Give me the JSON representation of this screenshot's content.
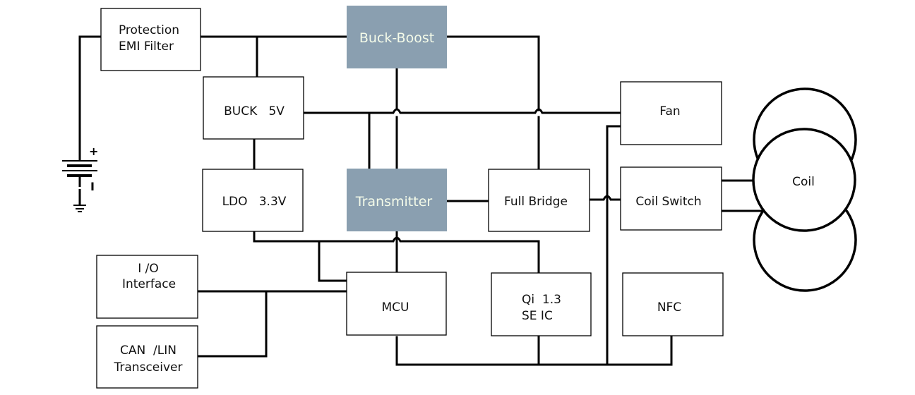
{
  "diagram": {
    "title": "Wireless charger transmitter block diagram",
    "colors": {
      "highlight_block_fill": "#8a9fb0",
      "highlight_text": "#f4fbe9",
      "line": "#000000"
    },
    "blocks": {
      "protection": {
        "line1": "Protection",
        "line2": "EMI Filter"
      },
      "buck_boost": {
        "label": "Buck-Boost"
      },
      "buck_5v": {
        "label": "BUCK   5V"
      },
      "ldo": {
        "label": "LDO   3.3V"
      },
      "transmitter": {
        "label": "Transmitter"
      },
      "full_bridge": {
        "label": "Full Bridge"
      },
      "fan": {
        "label": "Fan"
      },
      "coil_switch": {
        "label": "Coil Switch"
      },
      "coil": {
        "label": "Coil"
      },
      "io_interface": {
        "line1": "I /O",
        "line2": "Interface"
      },
      "can_lin": {
        "line1": "CAN  /LIN",
        "line2": "Transceiver"
      },
      "mcu": {
        "label": "MCU"
      },
      "qi_se": {
        "line1": "Qi  1.3",
        "line2": "SE IC"
      },
      "nfc": {
        "label": "NFC"
      }
    },
    "battery": {
      "plus": "+",
      "minus": "I"
    }
  }
}
